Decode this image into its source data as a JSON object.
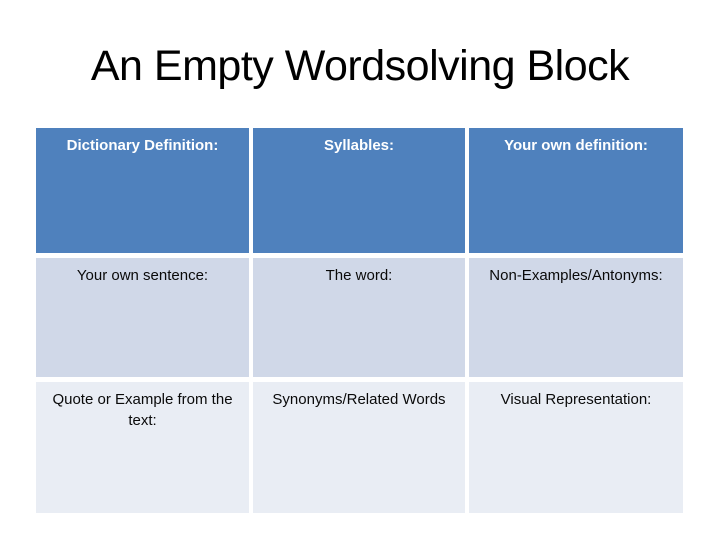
{
  "slide": {
    "title": "An Empty Wordsolving Block",
    "background_color": "#FFFFFF",
    "title_color": "#000000"
  },
  "table": {
    "grid_line_color": "#FFFFFF",
    "rows": [
      {
        "style": "header",
        "bg": "#4F81BD",
        "text_color": "#FFFFFF",
        "bold": true,
        "cells": [
          "Dictionary Definition:",
          "Syllables:",
          "Your own definition:"
        ]
      },
      {
        "style": "band-dark",
        "bg": "#D0D8E8",
        "text_color": "#0A0A0A",
        "bold": false,
        "cells": [
          "Your own sentence:",
          "The word:",
          "Non-Examples/Antonyms:"
        ]
      },
      {
        "style": "band-light",
        "bg": "#E9EDF4",
        "text_color": "#0A0A0A",
        "bold": false,
        "cells": [
          "Quote or Example from the text:",
          "Synonyms/Related Words",
          "Visual Representation:"
        ]
      }
    ]
  }
}
